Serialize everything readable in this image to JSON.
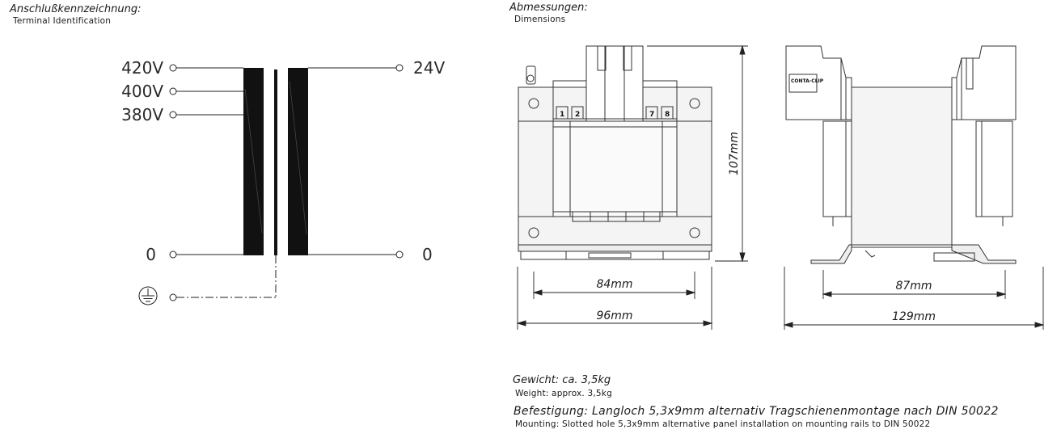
{
  "terminal": {
    "title_de": "Anschlußkennzeichnung:",
    "title_en": "Terminal Identification",
    "primary_labels": [
      "420V",
      "400V",
      "380V",
      "0"
    ],
    "secondary_labels": [
      "24V",
      "0"
    ],
    "ground_icon": "earth-ground-icon"
  },
  "dimensions": {
    "title_de": "Abmessungen:",
    "title_en": "Dimensions",
    "height": "107mm",
    "front_inner_width": "84mm",
    "front_outer_width": "96mm",
    "side_inner_width": "87mm",
    "side_outer_width": "129mm",
    "terminal_numbers": [
      "1",
      "2",
      "7",
      "8"
    ],
    "brand_label": "CONTA-CLIP"
  },
  "info": {
    "weight_de": "Gewicht: ca. 3,5kg",
    "weight_en": "Weight:  approx.  3,5kg",
    "mounting_de": "Befestigung: Langloch 5,3x9mm alternativ Tragschienenmontage nach DIN 50022",
    "mounting_en": "Mounting: Slotted hole 5,3x9mm alternative panel installation on mounting rails to DIN 50022"
  }
}
